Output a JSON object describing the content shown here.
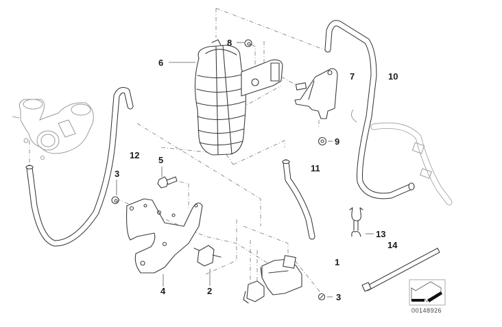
{
  "diagram": {
    "type": "exploded-parts-diagram",
    "reference_number": "00148926",
    "callouts": [
      {
        "id": "c1",
        "label": "1",
        "part": "pressure-converter"
      },
      {
        "id": "c2",
        "label": "2",
        "part": "rubber-mount"
      },
      {
        "id": "c3a",
        "label": "3",
        "part": "nut"
      },
      {
        "id": "c3b",
        "label": "3",
        "part": "nut"
      },
      {
        "id": "c4",
        "label": "4",
        "part": "bracket"
      },
      {
        "id": "c5",
        "label": "5",
        "part": "bolt"
      },
      {
        "id": "c6",
        "label": "6",
        "part": "vacuum-reservoir"
      },
      {
        "id": "c7",
        "label": "7",
        "part": "holder"
      },
      {
        "id": "c8",
        "label": "8",
        "part": "nut"
      },
      {
        "id": "c9",
        "label": "9",
        "part": "nut"
      },
      {
        "id": "c10",
        "label": "10",
        "part": "vacuum-hose"
      },
      {
        "id": "c11",
        "label": "11",
        "part": "hose"
      },
      {
        "id": "c12",
        "label": "12",
        "part": "vacuum-hose"
      },
      {
        "id": "c13",
        "label": "13",
        "part": "hose-clip"
      },
      {
        "id": "c14",
        "label": "14",
        "part": "cable-tie"
      }
    ]
  }
}
